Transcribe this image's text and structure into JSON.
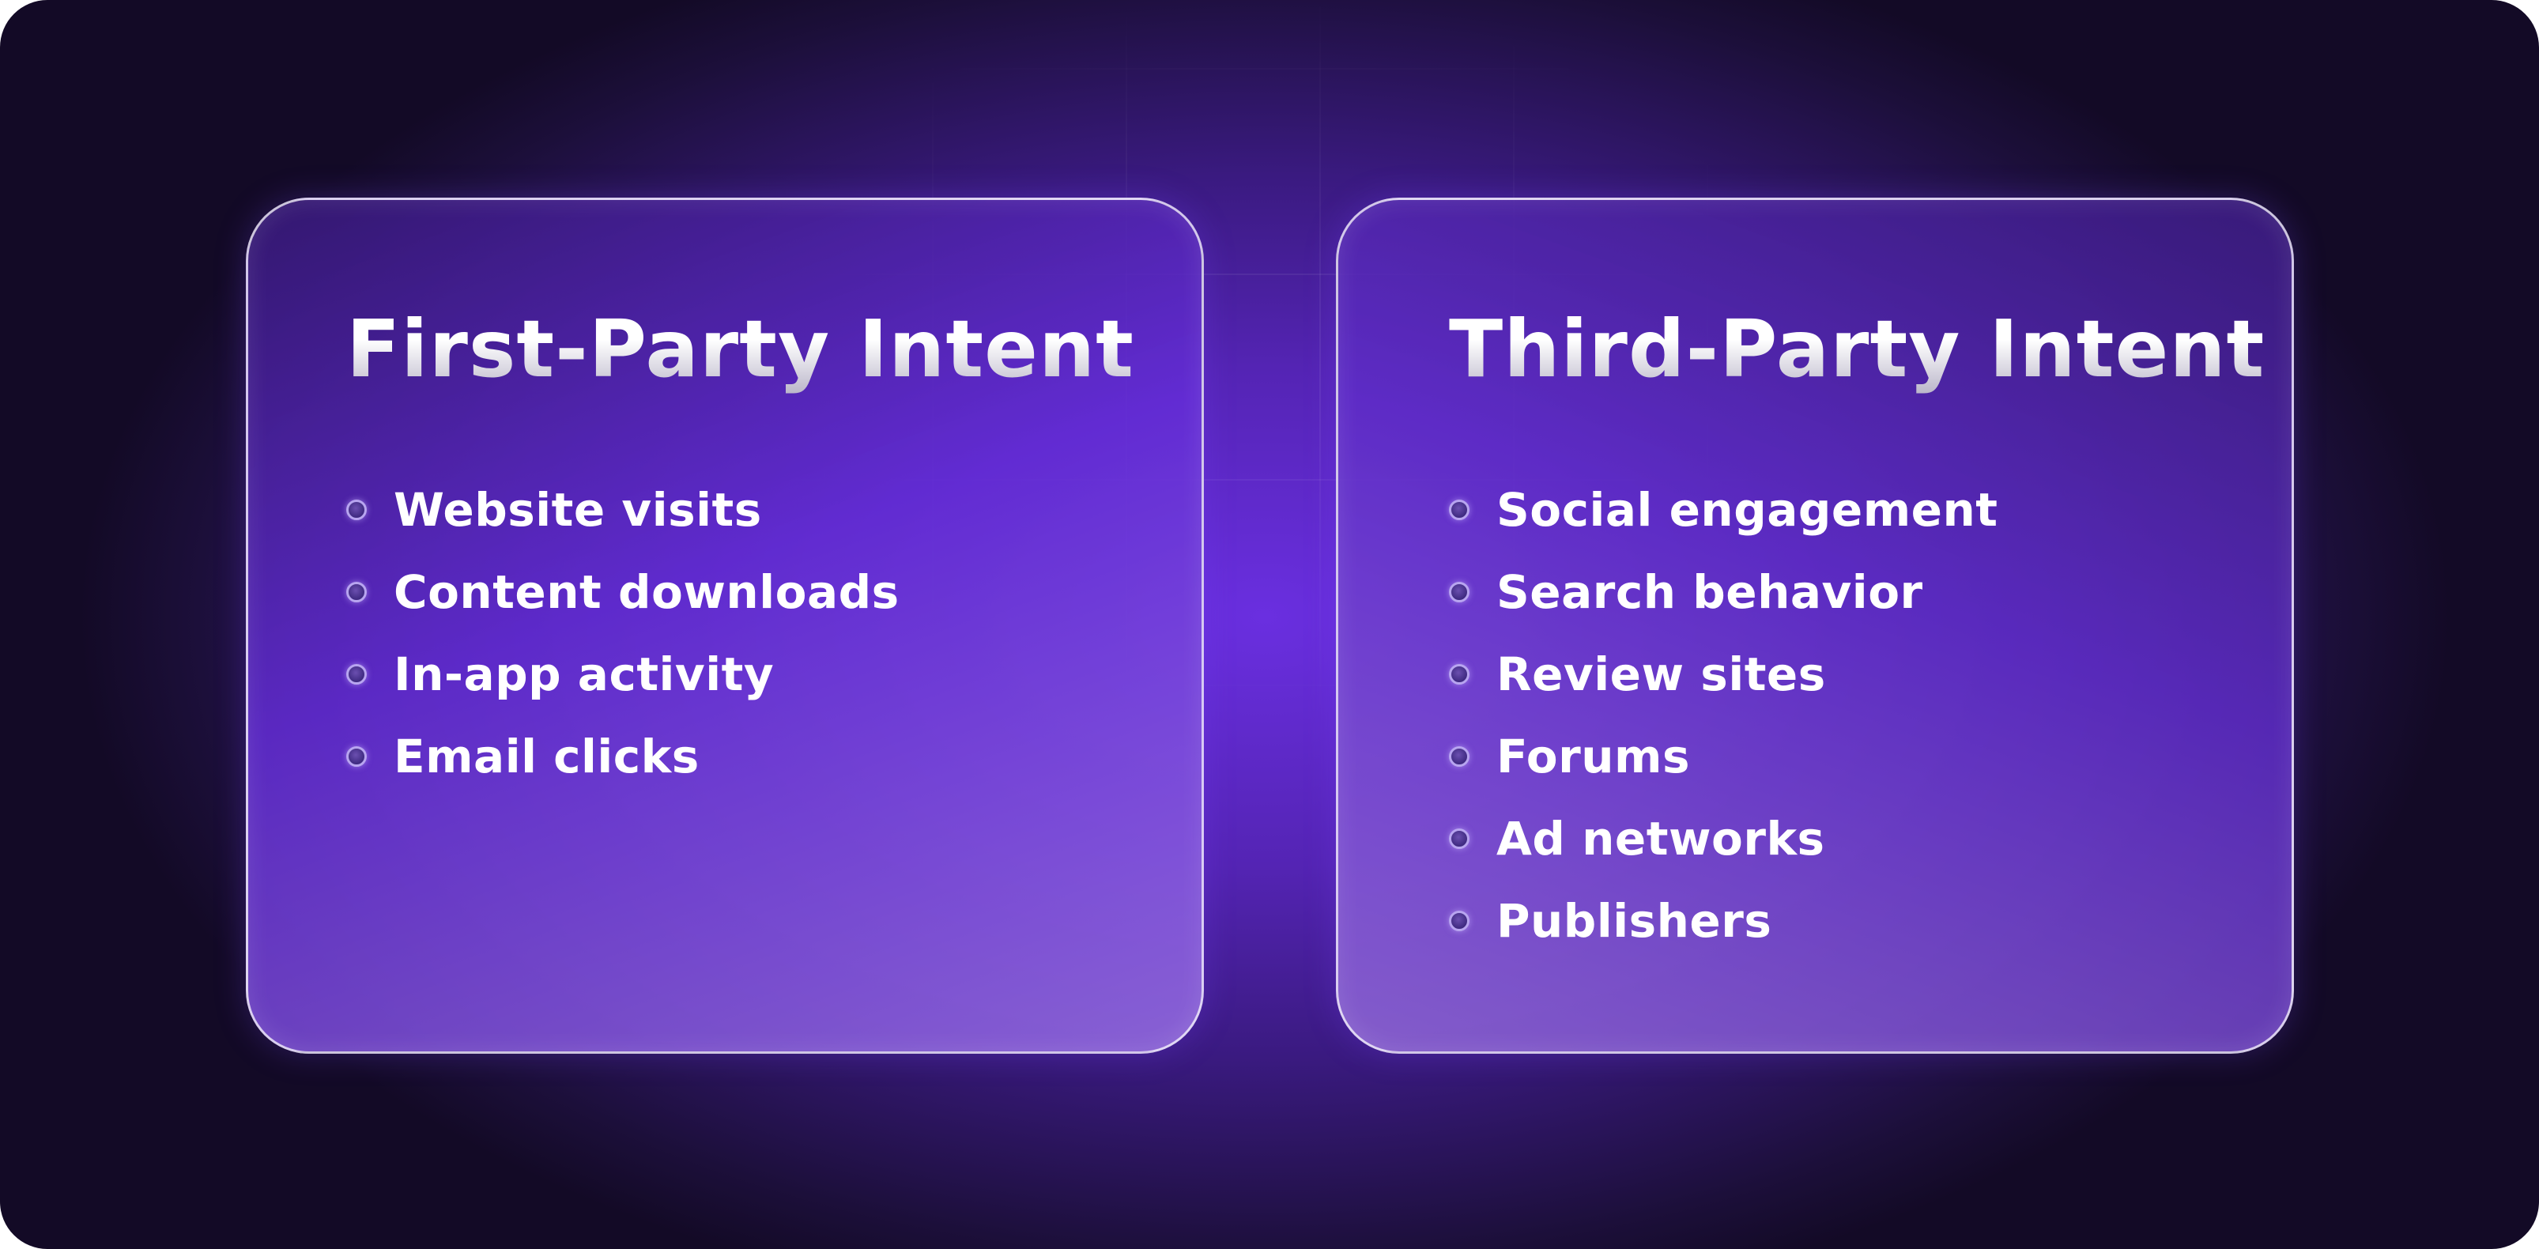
{
  "cards": [
    {
      "title": "First-Party Intent",
      "items": [
        "Website visits",
        "Content downloads",
        "In-app activity",
        "Email clicks"
      ]
    },
    {
      "title": "Third-Party Intent",
      "items": [
        "Social engagement",
        "Search behavior",
        "Review sites",
        "Forums",
        "Ad networks",
        "Publishers"
      ]
    }
  ],
  "colors": {
    "accent": "#6a2fe0",
    "background_dark": "#130a26"
  }
}
